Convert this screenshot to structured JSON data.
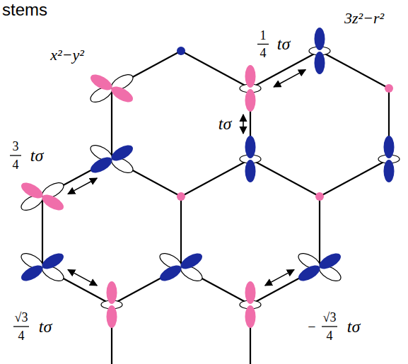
{
  "diagram": {
    "labels": [
      "stems",
      "x²−y²",
      "1",
      "4",
      "tσ",
      "3z²−r²",
      "tσ",
      "3",
      "4",
      "tσ",
      "√3",
      "4",
      "tσ",
      "−",
      "√3",
      "4",
      "tσ"
    ]
  }
}
